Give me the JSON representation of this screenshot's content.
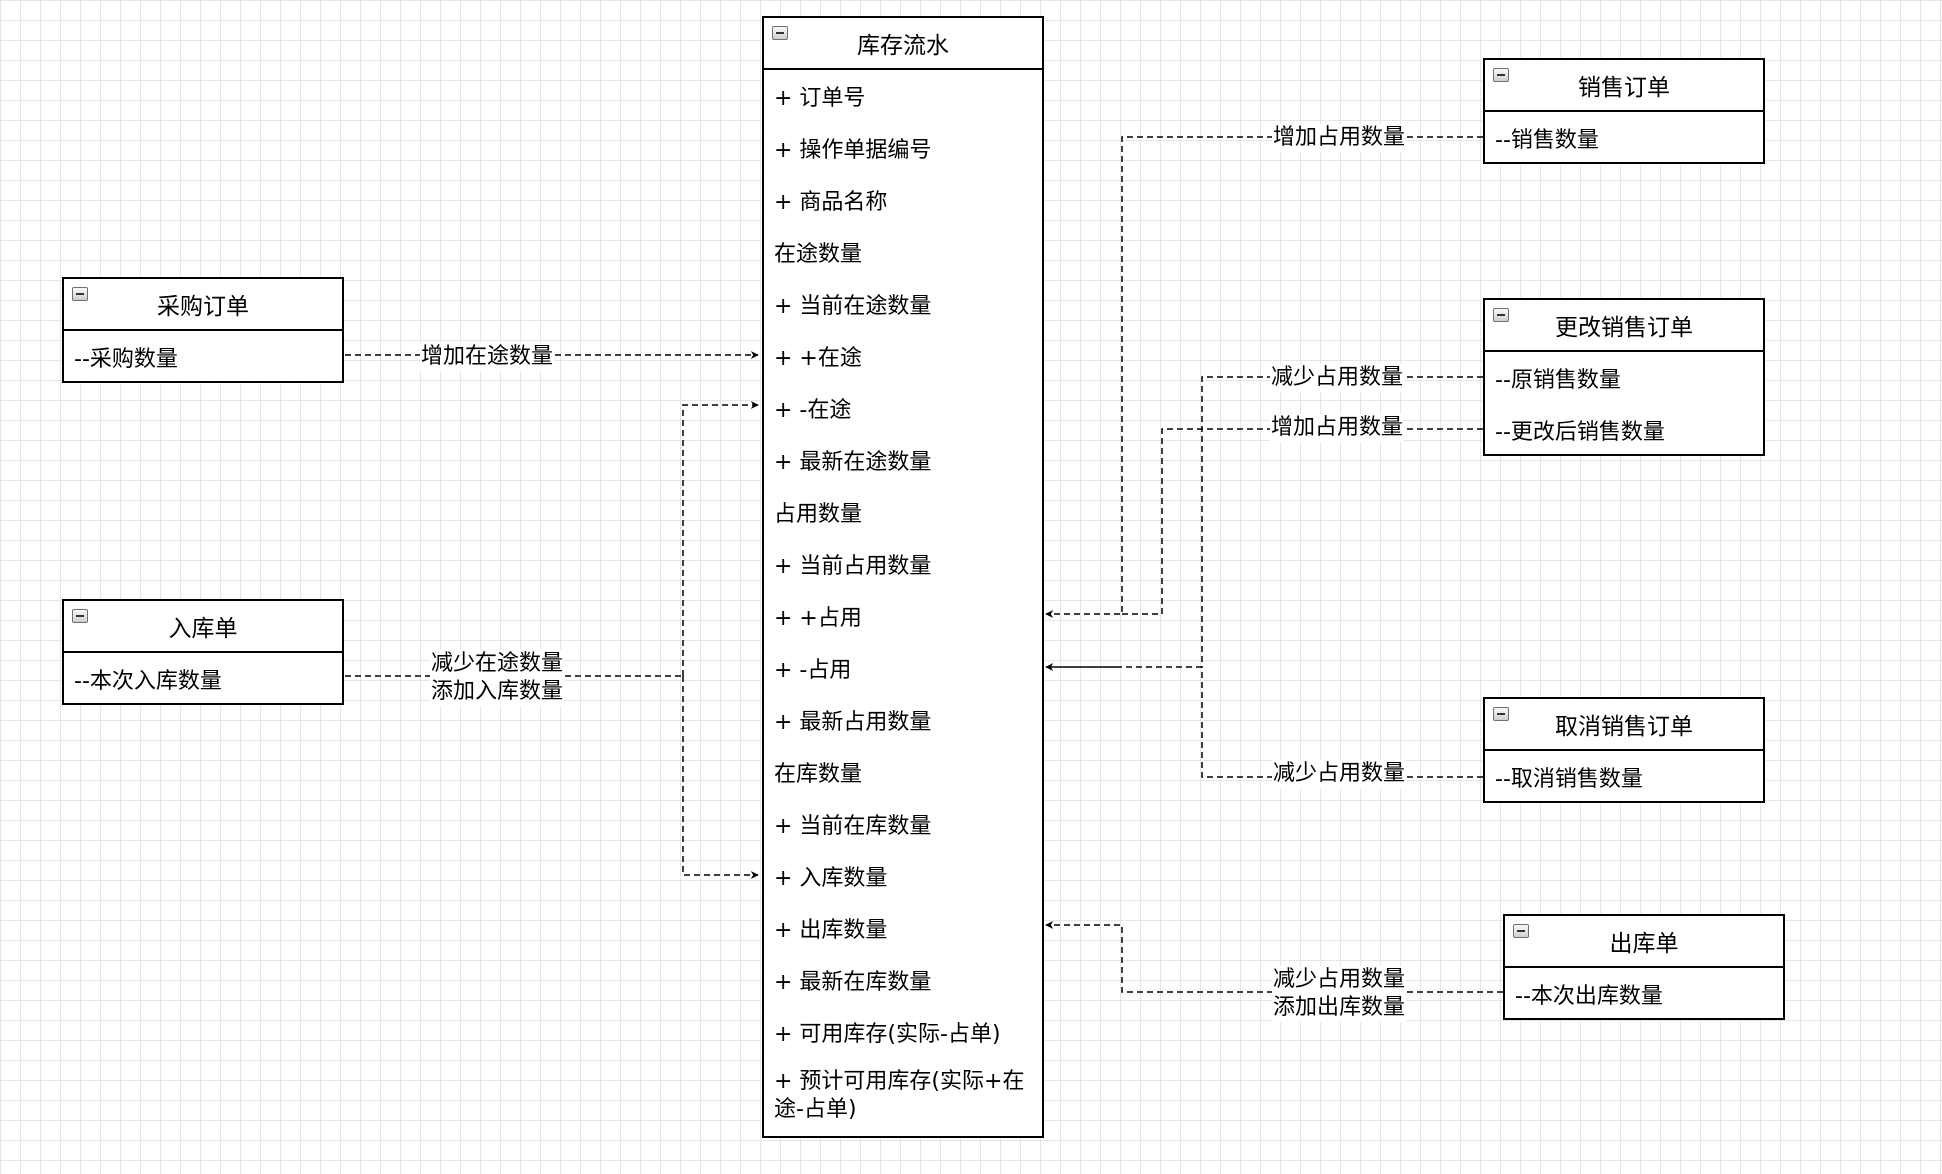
{
  "entities": {
    "ledger": {
      "title": "库存流水",
      "fields": [
        "+ 订单号",
        "+ 操作单据编号",
        "+ 商品名称",
        "在途数量",
        "+ 当前在途数量",
        "+ +在途",
        "+ -在途",
        "+ 最新在途数量",
        "占用数量",
        "+ 当前占用数量",
        "+ +占用",
        "+ -占用",
        "+ 最新占用数量",
        "在库数量",
        "+ 当前在库数量",
        "+ 入库数量",
        "+ 出库数量",
        "+ 最新在库数量",
        "+ 可用库存(实际-占单)",
        "+ 预计可用库存(实际+在途-占单)"
      ]
    },
    "purchase_order": {
      "title": "采购订单",
      "fields": [
        "--采购数量"
      ]
    },
    "inbound_order": {
      "title": "入库单",
      "fields": [
        "--本次入库数量"
      ]
    },
    "sales_order": {
      "title": "销售订单",
      "fields": [
        "--销售数量"
      ]
    },
    "change_sales_order": {
      "title": "更改销售订单",
      "fields": [
        "--原销售数量",
        "--更改后销售数量"
      ]
    },
    "cancel_sales_order": {
      "title": "取消销售订单",
      "fields": [
        "--取消销售数量"
      ]
    },
    "outbound_order": {
      "title": "出库单",
      "fields": [
        "--本次出库数量"
      ]
    }
  },
  "edges": {
    "purchase_in_transit": "增加在途数量",
    "inbound_line1": "减少在途数量",
    "inbound_line2": "添加入库数量",
    "sales_occupy": "增加占用数量",
    "change_decrease": "减少占用数量",
    "change_increase": "增加占用数量",
    "cancel_decrease": "减少占用数量",
    "outbound_line1": "减少占用数量",
    "outbound_line2": "添加出库数量"
  },
  "colors": {
    "line": "#000000",
    "grid": "#e6e6e6",
    "background": "#ffffff"
  },
  "icons": {
    "entity_header": "collapse-minus-icon"
  }
}
